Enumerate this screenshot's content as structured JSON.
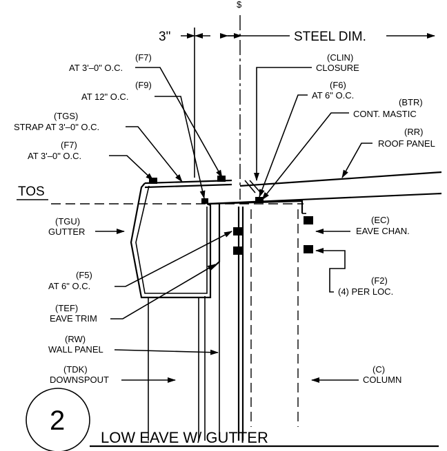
{
  "detail": {
    "number": "2",
    "title": "LOW EAVE W/ GUTTER"
  },
  "centerline_symbol": "$",
  "dimensions": {
    "offset": "3\"",
    "steel": "STEEL DIM."
  },
  "level_marks": {
    "tos": "TOS"
  },
  "callouts": {
    "f7_top": {
      "tag": "(F7)",
      "text": "AT 3'–0\" O.C."
    },
    "f9": {
      "tag": "(F9)",
      "text": "AT 12\" O.C."
    },
    "tgs": {
      "tag": "(TGS)",
      "text": "STRAP AT 3'–0\" O.C."
    },
    "f7_low": {
      "tag": "(F7)",
      "text": "AT 3'–0\" O.C."
    },
    "tgu": {
      "tag": "(TGU)",
      "text": "GUTTER"
    },
    "f5": {
      "tag": "(F5)",
      "text": "AT 6\" O.C."
    },
    "tef": {
      "tag": "(TEF)",
      "text": "EAVE TRIM"
    },
    "rw": {
      "tag": "(RW)",
      "text": "WALL PANEL"
    },
    "tdk": {
      "tag": "(TDK)",
      "text": "DOWNSPOUT"
    },
    "clin": {
      "tag": "(CLIN)",
      "text": "CLOSURE"
    },
    "f6": {
      "tag": "(F6)",
      "text": "AT 6\" O.C."
    },
    "btr": {
      "tag": "(BTR)",
      "text": "CONT. MASTIC"
    },
    "rr": {
      "tag": "(RR)",
      "text": "ROOF PANEL"
    },
    "ec": {
      "tag": "(EC)",
      "text": "EAVE CHAN."
    },
    "f2": {
      "tag": "(F2)",
      "text": "(4) PER LOC."
    },
    "c": {
      "tag": "(C)",
      "text": "COLUMN"
    }
  }
}
